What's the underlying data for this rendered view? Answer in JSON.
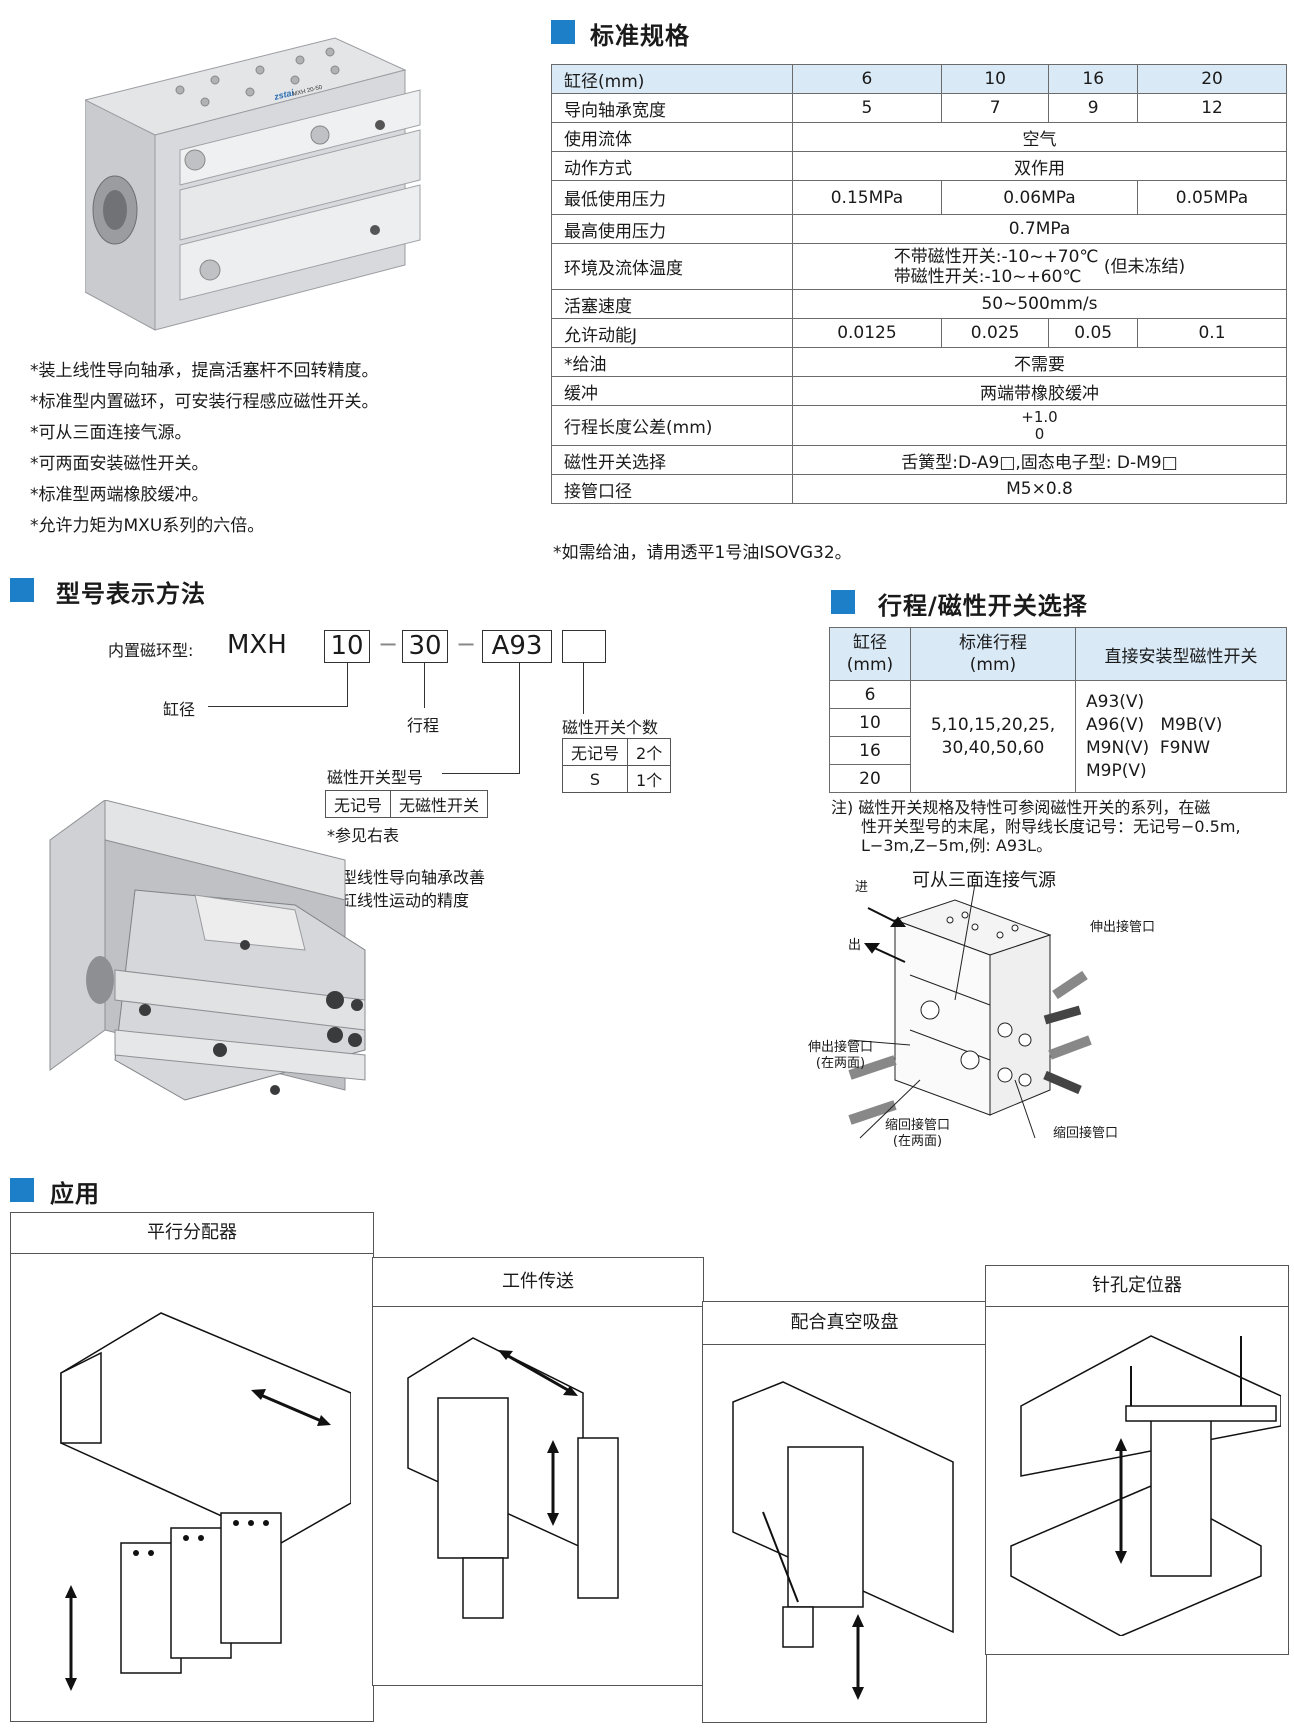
{
  "spec_section": {
    "title": "标准规格"
  },
  "spec_table": {
    "rows": [
      {
        "label": "缸径(mm)",
        "cells": [
          "6",
          "10",
          "16",
          "20"
        ]
      },
      {
        "label": "导向轴承宽度",
        "cells": [
          "5",
          "7",
          "9",
          "12"
        ]
      },
      {
        "label": "使用流体",
        "value": "空气"
      },
      {
        "label": "动作方式",
        "value": "双作用"
      },
      {
        "label": "最低使用压力",
        "cells3": [
          "0.15MPa",
          "0.06MPa",
          "0.05MPa"
        ]
      },
      {
        "label": "最高使用压力",
        "value": "0.7MPa"
      },
      {
        "label": "环境及流体温度",
        "value_line1": "不带磁性开关:-10~+70℃",
        "value_line2": "带磁性开关:-10~+60℃",
        "value_note": "(但未冻结)"
      },
      {
        "label": "活塞速度",
        "value": "50~500mm/s"
      },
      {
        "label": "允许动能J",
        "cells": [
          "0.0125",
          "0.025",
          "0.05",
          "0.1"
        ]
      },
      {
        "label": "*给油",
        "value": "不需要"
      },
      {
        "label": "缓冲",
        "value": "两端带橡胶缓冲"
      },
      {
        "label": "行程长度公差(mm)",
        "value_line1": "+1.0",
        "value_line2": "0"
      },
      {
        "label": "磁性开关选择",
        "value": "舌簧型:D-A9□,固态电子型: D-M9□"
      },
      {
        "label": "接管口径",
        "value": "M5×0.8"
      }
    ],
    "note": "*如需给油，请用透平1号油ISOVG32。"
  },
  "product_brand": "zstai",
  "product_label": "MXH 20-50",
  "features": [
    "*装上线性导向轴承，提高活塞杆不回转精度。",
    "*标准型内置磁环，可安装行程感应磁性开关。",
    "*可从三面连接气源。",
    "*可两面安装磁性开关。",
    "*标准型两端橡胶缓冲。",
    "*允许力矩为MXU系列的六倍。"
  ],
  "model_section": {
    "title": "型号表示方法",
    "prefix": "内置磁环型:",
    "series": "MXH",
    "bore": "10",
    "dash": "−",
    "stroke": "30",
    "switch": "A93",
    "bore_label": "缸径",
    "stroke_label": "行程",
    "count_label": "磁性开关个数",
    "count_rows": [
      [
        "无记号",
        "2个"
      ],
      [
        "S",
        "1个"
      ]
    ],
    "type_label": "磁性开关型号",
    "type_rows": [
      [
        "无记号",
        "无磁性开关"
      ]
    ],
    "type_ref": "*参见右表",
    "caption_line1": "小型线性导向轴承改善",
    "caption_line2": "气缸线性运动的精度"
  },
  "stroke_section": {
    "title": "行程/磁性开关选择",
    "headers": [
      "缸径\n(mm)",
      "标准行程\n(mm)",
      "直接安装型磁性开关"
    ],
    "bores": [
      "6",
      "10",
      "16",
      "20"
    ],
    "strokes_line1": "5,10,15,20,25,",
    "strokes_line2": "30,40,50,60",
    "switches": [
      "A93(V)",
      "A96(V)   M9B(V)",
      "M9N(V)  F9NW",
      "M9P(V)"
    ],
    "note_line1": "注) 磁性开关规格及特性可参阅磁性开关的系列，在磁",
    "note_line2": "性开关型号的末尾，附导线长度记号：无记号−0.5m,",
    "note_line3": "L−3m,Z−5m,例: A93L。"
  },
  "ports_diagram": {
    "title": "可从三面连接气源",
    "in": "进",
    "out": "出",
    "extend_port": "伸出接管口",
    "extend_port_both": "伸出接管口",
    "both_sides": "(在两面)",
    "retract_port_both": "缩回接管口",
    "retract_port": "缩回接管口"
  },
  "application": {
    "title": "应用",
    "panels": [
      "平行分配器",
      "工件传送",
      "配合真空吸盘",
      "针孔定位器"
    ]
  }
}
